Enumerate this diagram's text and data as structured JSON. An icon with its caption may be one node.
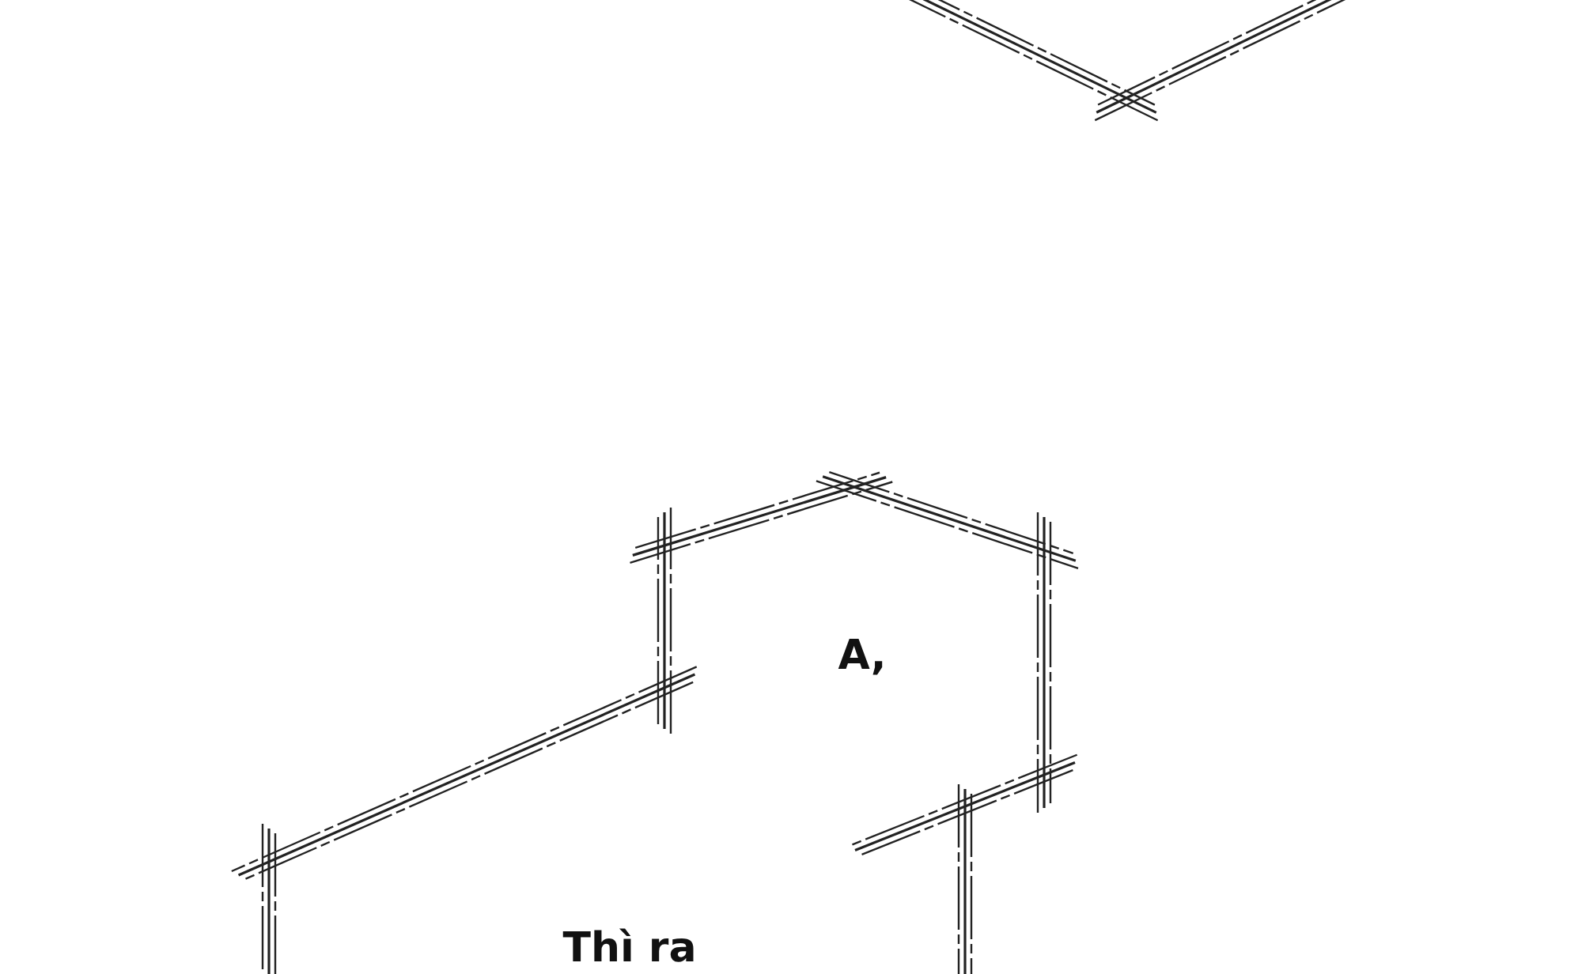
{
  "diagram": {
    "nodes": [
      {
        "text": [],
        "shape": "hexagon"
      },
      {
        "text": [
          "A,"
        ]
      },
      {
        "text": [
          "Thì ra"
        ]
      }
    ]
  }
}
